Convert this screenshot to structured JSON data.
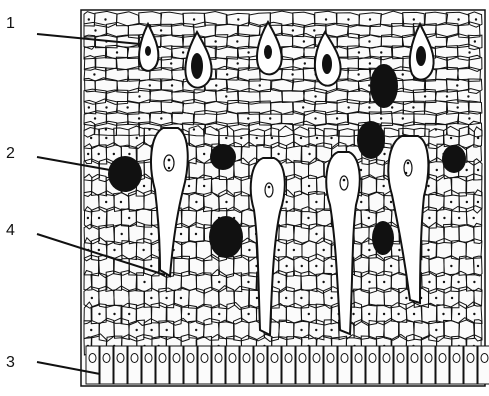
{
  "labels": [
    "1",
    "2",
    "4",
    "3"
  ],
  "colors": {
    "ink": "#111111",
    "background": "#ffffff",
    "tissue": "#fbfbfb"
  }
}
